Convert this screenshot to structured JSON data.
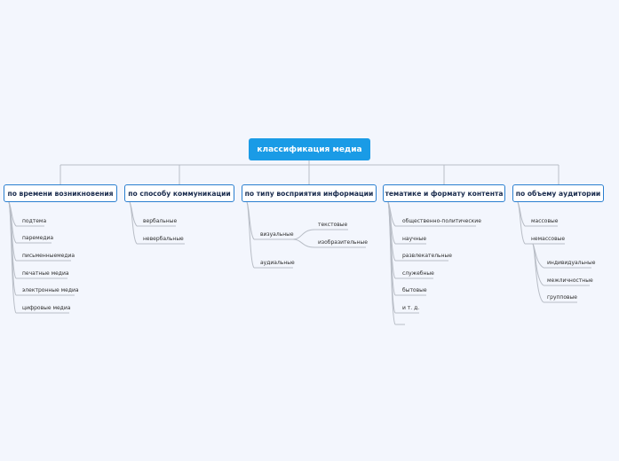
{
  "root": {
    "label": "классификация медиа"
  },
  "branches": [
    {
      "label": "по времени возникновения",
      "children": [
        "подтема",
        "паремедиа",
        "письменныемедиа",
        "печатные медиа",
        "электронные медиа",
        "цифровые медиа"
      ]
    },
    {
      "label": "по способу коммуникации",
      "children": [
        "вербальные",
        "невербальные"
      ]
    },
    {
      "label": "по типу восприятия информации",
      "children": [
        "визуальные",
        "аудиальные"
      ],
      "sub": [
        "текстовые",
        "изобразительные"
      ]
    },
    {
      "label": "тематике и формату контента",
      "children": [
        "общественно-политические",
        "научные",
        "развлекательные",
        "служебные",
        "бытовые",
        "и т. д."
      ]
    },
    {
      "label": "по объему аудитории",
      "children": [
        "массовые",
        "немассовые"
      ],
      "sub": [
        "индивидуальные",
        "межличностные",
        "групповые"
      ]
    }
  ],
  "colors": {
    "root_fill": "#1a9be6",
    "branch_border": "#2a7fd0",
    "connector": "#b8bdc6",
    "background": "#f3f6fd"
  }
}
